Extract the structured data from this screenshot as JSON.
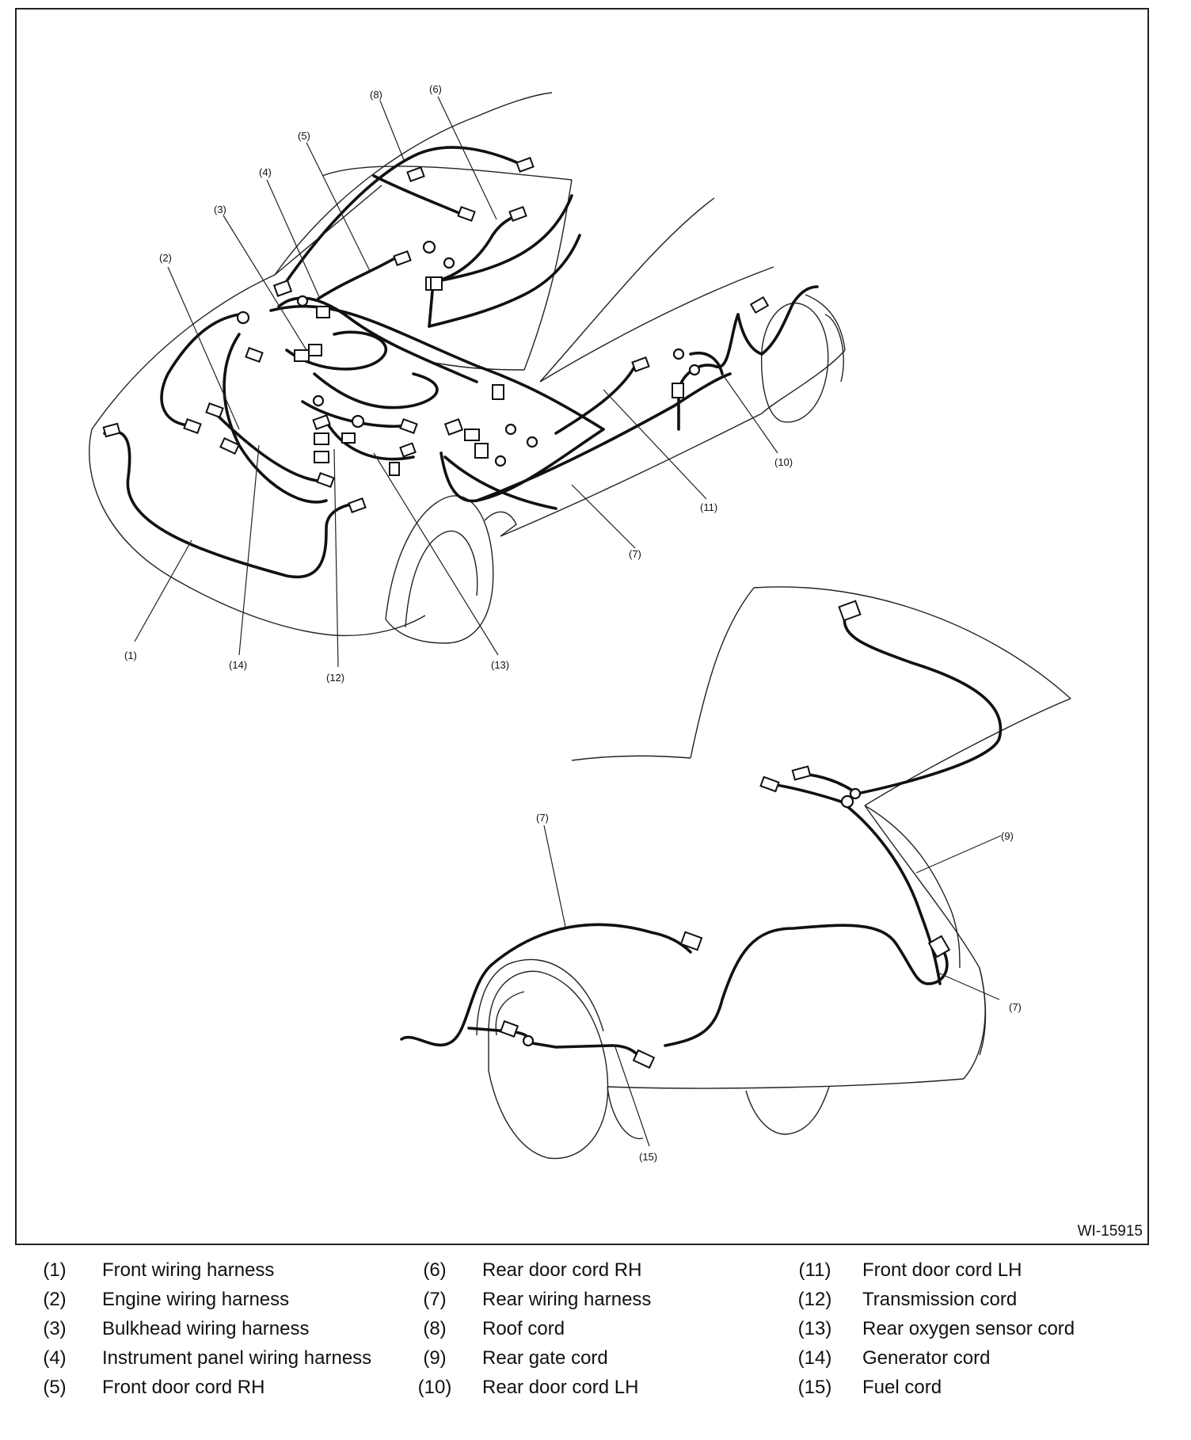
{
  "figure": {
    "id": "WI-15915",
    "callouts": {
      "c1": "(1)",
      "c2": "(2)",
      "c3": "(3)",
      "c4": "(4)",
      "c5": "(5)",
      "c6": "(6)",
      "c7a": "(7)",
      "c7b": "(7)",
      "c7c": "(7)",
      "c8": "(8)",
      "c9": "(9)",
      "c10": "(10)",
      "c11": "(11)",
      "c12": "(12)",
      "c13": "(13)",
      "c14": "(14)",
      "c15": "(15)"
    }
  },
  "legend": [
    {
      "num": "(1)",
      "label": "Front wiring harness"
    },
    {
      "num": "(2)",
      "label": "Engine wiring harness"
    },
    {
      "num": "(3)",
      "label": "Bulkhead wiring harness"
    },
    {
      "num": "(4)",
      "label": "Instrument panel wiring harness"
    },
    {
      "num": "(5)",
      "label": "Front door cord RH"
    },
    {
      "num": "(6)",
      "label": "Rear door cord RH"
    },
    {
      "num": "(7)",
      "label": "Rear wiring harness"
    },
    {
      "num": "(8)",
      "label": "Roof cord"
    },
    {
      "num": "(9)",
      "label": "Rear gate cord"
    },
    {
      "num": "(10)",
      "label": "Rear door cord LH"
    },
    {
      "num": "(11)",
      "label": "Front door cord LH"
    },
    {
      "num": "(12)",
      "label": "Transmission cord"
    },
    {
      "num": "(13)",
      "label": "Rear oxygen sensor cord"
    },
    {
      "num": "(14)",
      "label": "Generator cord"
    },
    {
      "num": "(15)",
      "label": "Fuel cord"
    }
  ]
}
